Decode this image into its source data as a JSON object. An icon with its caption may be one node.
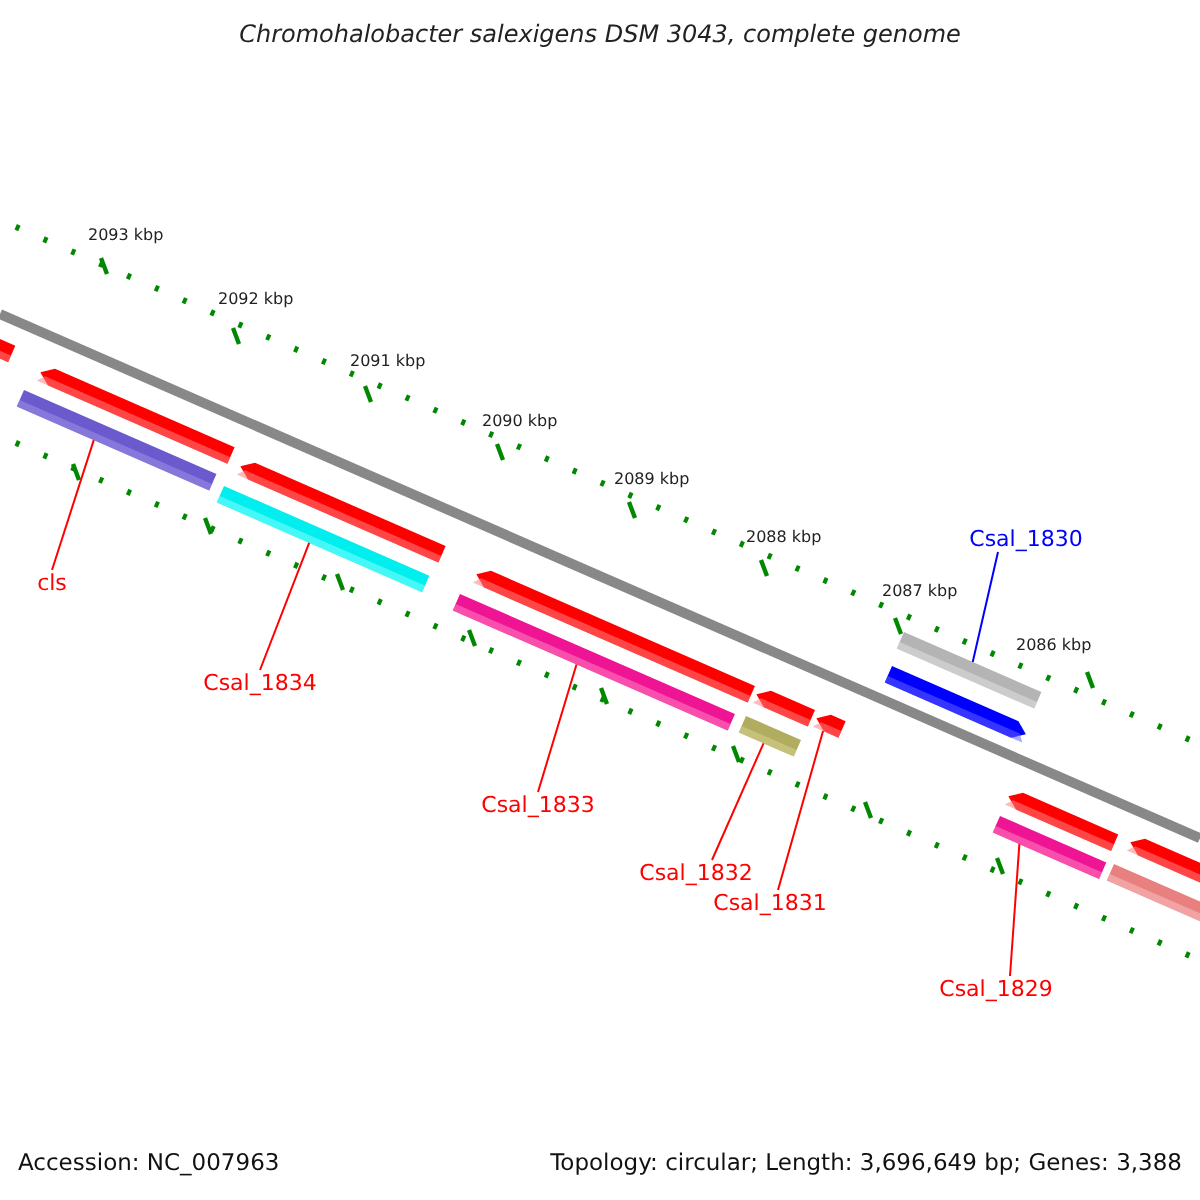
{
  "diagram": {
    "title": "Chromohalobacter salexigens DSM 3043, complete genome",
    "nodes": [
      {
        "text": [
          "cls"
        ]
      },
      {
        "text": [],
        "shape": "bar"
      },
      {
        "text": [
          "Csal_1834"
        ]
      },
      {
        "text": [],
        "shape": "bar"
      },
      {
        "text": [
          "Csal_1833"
        ]
      },
      {
        "text": [],
        "shape": "bar"
      },
      {
        "text": [
          "Csal_1832"
        ]
      },
      {
        "text": [],
        "shape": "bar"
      },
      {
        "text": [
          "Csal_1831"
        ]
      },
      {
        "text": [],
        "shape": "bar"
      },
      {
        "text": [
          "Csal_1830"
        ]
      },
      {
        "text": [],
        "shape": "bar"
      },
      {
        "text": [
          "Csal_1829"
        ]
      },
      {
        "text": [],
        "shape": "bar"
      }
    ],
    "edges": [
      {
        "from": 0,
        "to": 1,
        "arrow": "none"
      },
      {
        "from": 2,
        "to": 3,
        "arrow": "none"
      },
      {
        "from": 4,
        "to": 5,
        "arrow": "none"
      },
      {
        "from": 6,
        "to": 7,
        "arrow": "none"
      },
      {
        "from": 8,
        "to": 9,
        "arrow": "none"
      },
      {
        "from": 10,
        "to": 11,
        "arrow": "none",
        "color": "#0000ff"
      },
      {
        "from": 12,
        "to": 13,
        "arrow": "none"
      }
    ],
    "labels": [
      "2093 kbp",
      "2092 kbp",
      "2091 kbp",
      "2090 kbp",
      "2089 kbp",
      "2088 kbp",
      "2087 kbp",
      "2086 kbp",
      "Accession: NC_007963",
      "Topology: circular; Length: 3,696,649 bp; Genes: 3,388"
    ]
  }
}
